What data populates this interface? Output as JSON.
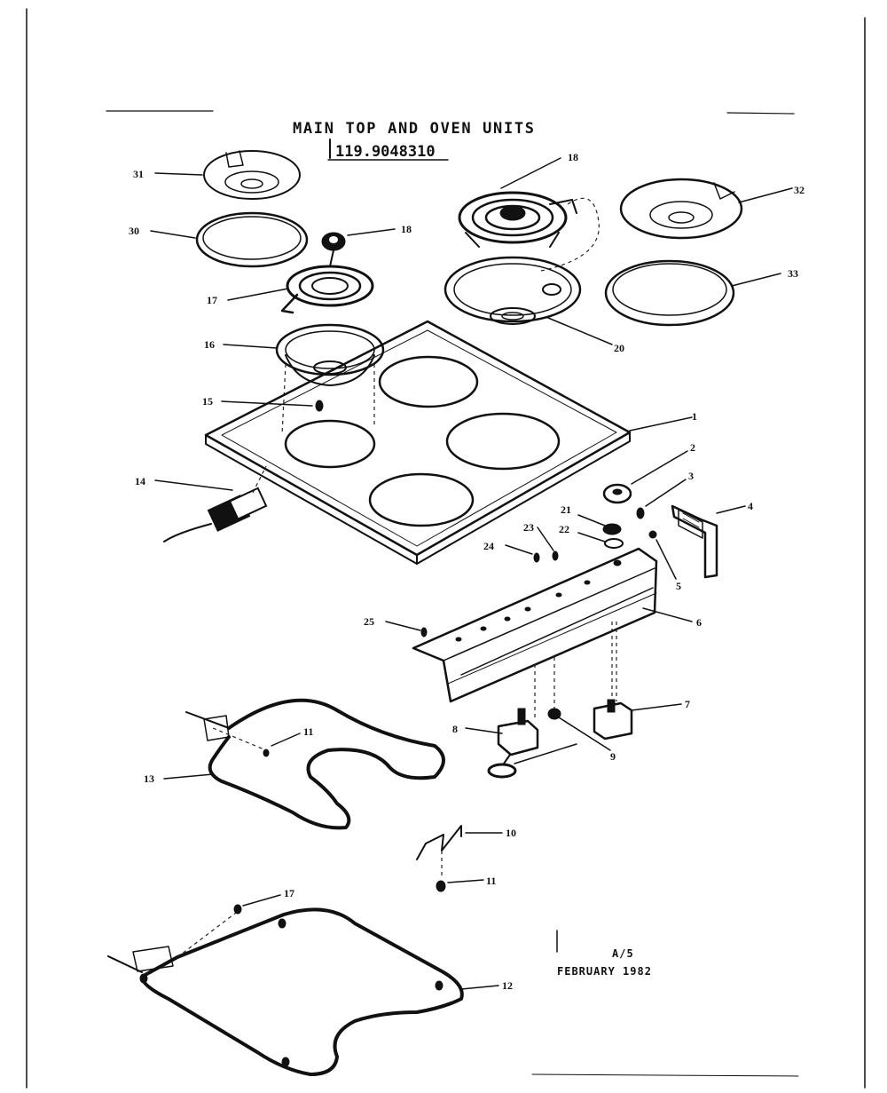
{
  "diagram": {
    "title": "MAIN TOP AND OVEN UNITS",
    "model": "119.9048310",
    "footer_page": "A/5",
    "footer_date": "FEBRUARY 1982",
    "callouts": {
      "c1": "1",
      "c2": "2",
      "c3": "3",
      "c4": "4",
      "c5": "5",
      "c6": "6",
      "c7": "7",
      "c8": "8",
      "c9": "9",
      "c10": "10",
      "c11a": "11",
      "c11b": "11",
      "c12": "12",
      "c13": "13",
      "c14": "14",
      "c15": "15",
      "c16": "16",
      "c17a": "17",
      "c17b": "17",
      "c18a": "18",
      "c18b": "18",
      "c20": "20",
      "c21": "21",
      "c22": "22",
      "c23": "23",
      "c24": "24",
      "c25": "25",
      "c30": "30",
      "c31": "31",
      "c32": "32",
      "c33": "33"
    }
  }
}
